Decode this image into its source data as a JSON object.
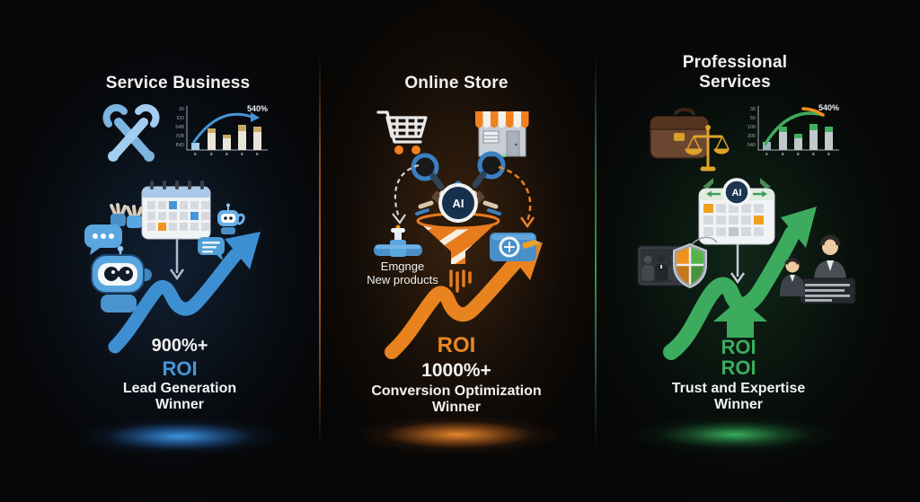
{
  "panels": {
    "service": {
      "title": "Service Business",
      "accent": "#4596d8",
      "growth_badge": "540%",
      "chart_y_ticks": [
        "30",
        "DO",
        "54B",
        "70B",
        "IND"
      ],
      "stat_value": "900%+",
      "stat_label": "ROI",
      "winner_line1": "Lead Generation",
      "winner_line2": "Winner",
      "icons": [
        "crossed-wrenches",
        "growth-bar-chart",
        "calendar",
        "hands",
        "chat-bubble-dots",
        "chatbot-head",
        "mini-robot",
        "chat-bubble-lines",
        "down-arrow",
        "growth-swoosh-arrow"
      ]
    },
    "store": {
      "title": "Online Store",
      "accent": "#e8831f",
      "ai_badge": "AI",
      "caption_line1": "Emgnge",
      "caption_line2": "New products",
      "stat_label": "ROI",
      "stat_value": "1000%+",
      "winner_line1": "Conversion Optimization",
      "winner_line2": "Winner",
      "icons": [
        "shopping-cart",
        "storefront",
        "magnifier-robot-arms",
        "ai-badge",
        "conversion-funnel",
        "pipe-valve",
        "compass-box",
        "dashed-arrows",
        "growth-swoosh-arrow"
      ]
    },
    "professional": {
      "title_line1": "Professional",
      "title_line2": "Services",
      "accent": "#3cab5e",
      "ai_badge": "AI",
      "growth_badge": "540%",
      "chart_y_ticks": [
        "30",
        "50",
        "100",
        "300",
        "540"
      ],
      "stat_label1": "ROI",
      "stat_label2": "ROI",
      "winner_line1": "Trust and Expertise",
      "winner_line2": "Winner",
      "icons": [
        "briefcase",
        "scales-of-justice",
        "growth-bar-chart",
        "calendar-ai",
        "team-panel",
        "shield",
        "down-arrow",
        "business-people",
        "document-card",
        "growth-swoosh-arrow",
        "block-up-arrow"
      ]
    }
  },
  "chart_data": [
    {
      "type": "bar",
      "panel": "Service Business",
      "title": "",
      "annotation_label": "540%",
      "y_tick_labels": [
        "30",
        "DO",
        "54B",
        "70B",
        "IND"
      ],
      "categories": [
        "",
        "",
        "",
        "",
        ""
      ],
      "values_relative_height": [
        15,
        45,
        32,
        55,
        50
      ],
      "bar_color": "#eae5da",
      "first_bar_color": "#a9d0e8",
      "cap_color": "#c9a96a",
      "trend_arrow_color": "#4596d8",
      "grid": false,
      "legend": false
    },
    {
      "type": "bar",
      "panel": "Professional Services",
      "title": "",
      "annotation_label": "540%",
      "y_tick_labels": [
        "30",
        "50",
        "100",
        "300",
        "540"
      ],
      "categories": [
        "",
        "",
        "",
        "",
        ""
      ],
      "values_relative_height": [
        16,
        48,
        33,
        55,
        50
      ],
      "bar_color": "#c2c9cd",
      "first_bar_color": "#9fb2bc",
      "cap_color": "#3fae5f",
      "trend_arrow_color": "#3cab5e",
      "trend_tip_color": "#f0901e",
      "grid": false,
      "legend": false
    }
  ],
  "dividers": [
    {
      "name": "service-store-divider",
      "color": "#a05a20"
    },
    {
      "name": "store-professional-divider",
      "color": "#2f7a4a"
    }
  ]
}
